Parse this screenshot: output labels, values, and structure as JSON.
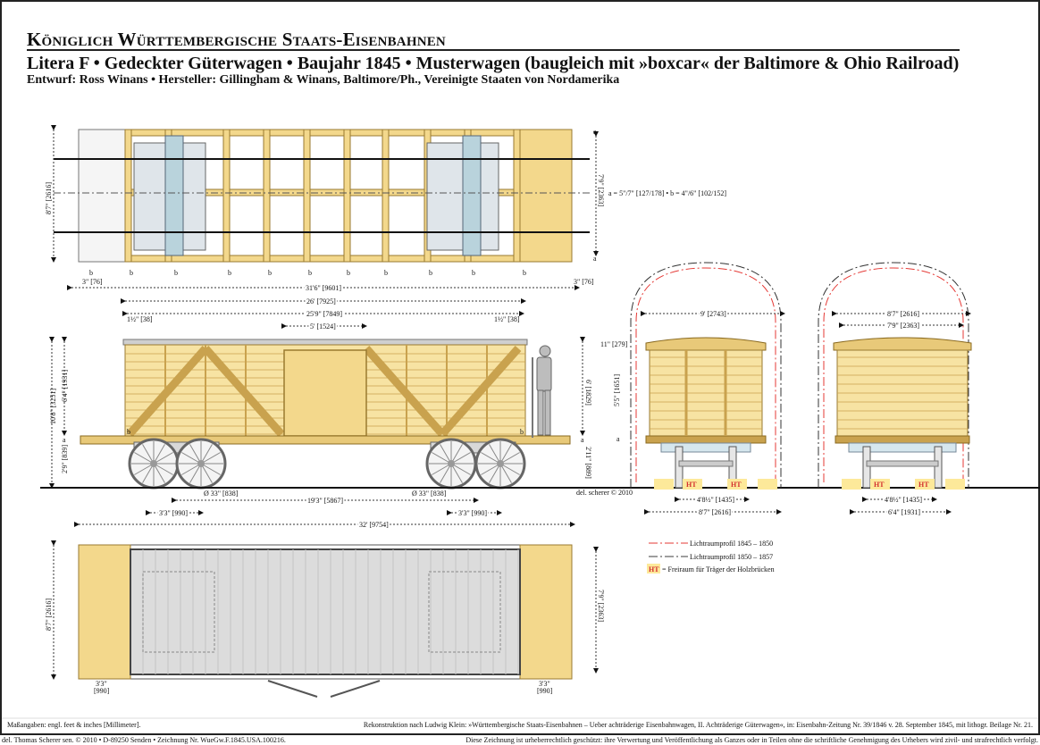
{
  "header": {
    "title": "Königlich Württembergische Staats-Eisenbahnen",
    "subtitle": "Litera F • Gedeckter Güterwagen • Baujahr 1845 • Musterwagen (baugleich mit »boxcar« der Baltimore & Ohio Railroad)",
    "credits": "Entwurf: Ross Winans • Hersteller: Gillingham & Winans, Baltimore/Ph., Vereinigte Staaten von Nordamerika"
  },
  "top_view": {
    "end_offset_left": "3\" [76]",
    "end_offset_right": "3\" [76]",
    "length": "31'6\" [9601]",
    "width_outer": "8'7\" [2616]",
    "width_inner": "7'9\" [2363]",
    "a": "a",
    "b": "b",
    "note": "a = 5\"/7\" [127/178] • b = 4\"/6\" [102/152]"
  },
  "side_view": {
    "body_length": "26' [7925]",
    "inner_length": "25'9\" [7849]",
    "overhang_left": "1½\" [38]",
    "overhang_right": "1½\" [38]",
    "door_width": "5' [1524]",
    "total_height": "10'8\" [3251]",
    "body_height": "6'4\" [1931]",
    "floor_height": "2'9\" [839]",
    "person_height": "6' [1829]",
    "buffer_height": "2'11\" [889]",
    "a": "a",
    "b": "b",
    "wheel_left": "Ø 33\" [838]",
    "wheel_right": "Ø 33\" [838]",
    "bogie_centers": "19'3\" [5867]",
    "wheelbase_left": "3'3\" [990]",
    "wheelbase_right": "3'3\" [990]",
    "overall_length": "32' [9754]",
    "signature": "del. scherer © 2010"
  },
  "end_views": {
    "roof_rise": "11\" [279]",
    "side_height": "5'5\" [1651]",
    "a": "a",
    "left_width": "9' [2743]",
    "left_gauge": "4'8½\" [1435]",
    "left_base": "8'7\" [2616]",
    "right_width_outer": "8'7\" [2616]",
    "right_width_inner": "7'9\" [2363]",
    "right_gauge": "4'8½\" [1435]",
    "right_base": "6'4\" [1931]",
    "ht": "HT"
  },
  "legend": {
    "profile_1": "Lichtraumprofil 1845 – 1850",
    "profile_2": "Lichtraumprofil 1850 – 1857",
    "ht": "HT",
    "ht_desc": "= Freiraum für Träger der Holzbrücken",
    "colors": {
      "profile_1": "#e53935",
      "profile_2": "#9e9e9e",
      "ht_bg": "#fde99a",
      "wood": "#f3d88c",
      "wood_dark": "#c9a24e"
    }
  },
  "bottom_view": {
    "width_outer": "8'7\" [2616]",
    "width_inner": "7'9\" [2363]",
    "end_left_ft": "3'3\"",
    "end_left_mm": "[990]",
    "end_right_ft": "3'3\"",
    "end_right_mm": "[990]"
  },
  "footer": {
    "units": "Maßangaben: engl. feet & inches [Millimeter].",
    "source": "Rekonstruktion nach Ludwig Klein: »Württembergische Staats-Eisenbahnen – Ueber achträderige Eisenbahnwagen, II. Achträderige Güterwagen«, in: Eisenbahn-Zeitung Nr. 39/1846 v. 28. September 1845, mit lithogr. Beilage Nr. 21.",
    "author": "del. Thomas Scherer sen. © 2010 • D-89250 Senden • Zeichnung Nr. WueGw.F.1845.USA.100216.",
    "copyright": "Diese Zeichnung ist urheberrechtlich geschützt: ihre Verwertung und Veröffentlichung als Ganzes oder in Teilen ohne die schriftliche Genehmigung des Urhebers wird zivil- und strafrechtlich verfolgt."
  }
}
